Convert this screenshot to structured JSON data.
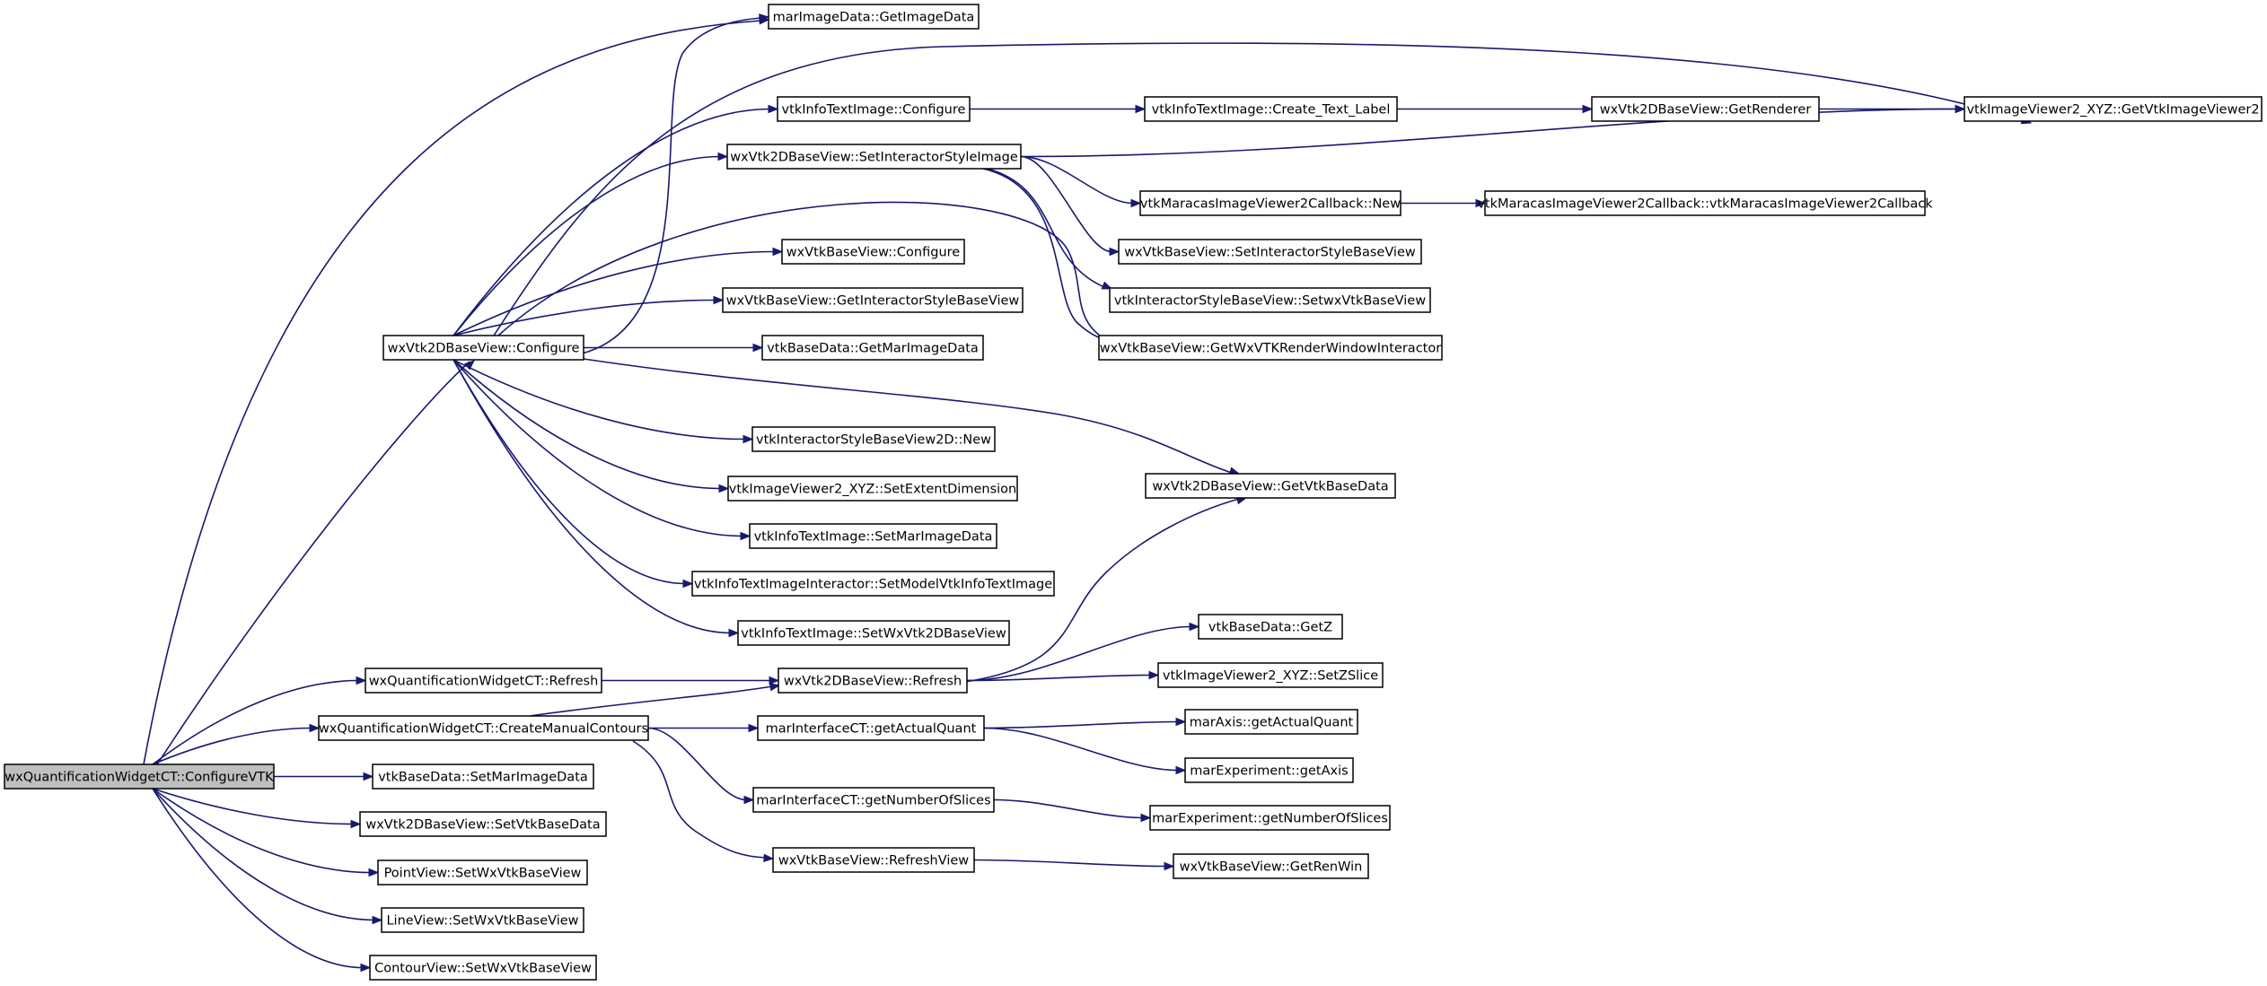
{
  "diagram": {
    "type": "call-graph",
    "colors": {
      "edge": "#191970",
      "node_border": "#000000",
      "root_fill": "#bfbfbf",
      "node_fill": "#ffffff"
    },
    "nodes": [
      {
        "id": "n0",
        "label": "wxQuantificationWidgetCT::ConfigureVTK",
        "root": true
      },
      {
        "id": "n1",
        "label": "wxVtk2DBaseView::Configure"
      },
      {
        "id": "n2",
        "label": "marImageData::GetImageData"
      },
      {
        "id": "n3",
        "label": "vtkImageViewer2_XYZ::GetVtkImageViewer2"
      },
      {
        "id": "n4",
        "label": "vtkInfoTextImage::Configure"
      },
      {
        "id": "n5",
        "label": "wxVtk2DBaseView::SetInteractorStyleImage"
      },
      {
        "id": "n6",
        "label": "wxVtkBaseView::Configure"
      },
      {
        "id": "n7",
        "label": "wxVtkBaseView::GetInteractorStyleBaseView"
      },
      {
        "id": "n8",
        "label": "vtkBaseData::GetMarImageData"
      },
      {
        "id": "n9",
        "label": "wxVtk2DBaseView::GetVtkBaseData"
      },
      {
        "id": "n10",
        "label": "vtkInteractorStyleBaseView2D::New"
      },
      {
        "id": "n11",
        "label": "vtkImageViewer2_XYZ::SetExtentDimension"
      },
      {
        "id": "n12",
        "label": "vtkInfoTextImage::SetMarImageData"
      },
      {
        "id": "n13",
        "label": "vtkInfoTextImageInteractor::SetModelVtkInfoTextImage"
      },
      {
        "id": "n14",
        "label": "vtkInfoTextImage::SetWxVtk2DBaseView"
      },
      {
        "id": "n15",
        "label": "vtkInfoTextImage::Create_Text_Label"
      },
      {
        "id": "n16",
        "label": "wxVtk2DBaseView::GetRenderer"
      },
      {
        "id": "n17",
        "label": "vtkMaracasImageViewer2Callback::New"
      },
      {
        "id": "n18",
        "label": "vtkMaracasImageViewer2Callback::vtkMaracasImageViewer2Callback"
      },
      {
        "id": "n19",
        "label": "wxVtkBaseView::SetInteractorStyleBaseView"
      },
      {
        "id": "n20",
        "label": "vtkInteractorStyleBaseView::SetwxVtkBaseView"
      },
      {
        "id": "n21",
        "label": "wxVtkBaseView::GetWxVTKRenderWindowInteractor"
      },
      {
        "id": "n22",
        "label": "wxQuantificationWidgetCT::Refresh"
      },
      {
        "id": "n23",
        "label": "wxVtk2DBaseView::Refresh"
      },
      {
        "id": "n24",
        "label": "vtkBaseData::GetZ"
      },
      {
        "id": "n25",
        "label": "vtkImageViewer2_XYZ::SetZSlice"
      },
      {
        "id": "n26",
        "label": "wxQuantificationWidgetCT::CreateManualContours"
      },
      {
        "id": "n27",
        "label": "marInterfaceCT::getActualQuant"
      },
      {
        "id": "n28",
        "label": "marAxis::getActualQuant"
      },
      {
        "id": "n29",
        "label": "marExperiment::getAxis"
      },
      {
        "id": "n30",
        "label": "marInterfaceCT::getNumberOfSlices"
      },
      {
        "id": "n31",
        "label": "marExperiment::getNumberOfSlices"
      },
      {
        "id": "n32",
        "label": "wxVtkBaseView::RefreshView"
      },
      {
        "id": "n33",
        "label": "wxVtkBaseView::GetRenWin"
      },
      {
        "id": "n34",
        "label": "vtkBaseData::SetMarImageData"
      },
      {
        "id": "n35",
        "label": "wxVtk2DBaseView::SetVtkBaseData"
      },
      {
        "id": "n36",
        "label": "PointView::SetWxVtkBaseView"
      },
      {
        "id": "n37",
        "label": "LineView::SetWxVtkBaseView"
      },
      {
        "id": "n38",
        "label": "ContourView::SetWxVtkBaseView"
      }
    ],
    "edges": [
      [
        "n0",
        "n2"
      ],
      [
        "n0",
        "n1"
      ],
      [
        "n0",
        "n22"
      ],
      [
        "n0",
        "n26"
      ],
      [
        "n0",
        "n34"
      ],
      [
        "n0",
        "n35"
      ],
      [
        "n0",
        "n36"
      ],
      [
        "n0",
        "n37"
      ],
      [
        "n0",
        "n38"
      ],
      [
        "n1",
        "n2"
      ],
      [
        "n1",
        "n3"
      ],
      [
        "n1",
        "n4"
      ],
      [
        "n1",
        "n5"
      ],
      [
        "n1",
        "n21"
      ],
      [
        "n1",
        "n6"
      ],
      [
        "n1",
        "n7"
      ],
      [
        "n1",
        "n8"
      ],
      [
        "n1",
        "n9"
      ],
      [
        "n1",
        "n10"
      ],
      [
        "n1",
        "n11"
      ],
      [
        "n1",
        "n12"
      ],
      [
        "n1",
        "n13"
      ],
      [
        "n1",
        "n14"
      ],
      [
        "n4",
        "n15"
      ],
      [
        "n15",
        "n16"
      ],
      [
        "n16",
        "n3"
      ],
      [
        "n5",
        "n3"
      ],
      [
        "n5",
        "n17"
      ],
      [
        "n5",
        "n19"
      ],
      [
        "n5",
        "n20"
      ],
      [
        "n5",
        "n21"
      ],
      [
        "n17",
        "n18"
      ],
      [
        "n22",
        "n23"
      ],
      [
        "n23",
        "n9"
      ],
      [
        "n23",
        "n24"
      ],
      [
        "n23",
        "n25"
      ],
      [
        "n26",
        "n23"
      ],
      [
        "n26",
        "n27"
      ],
      [
        "n26",
        "n30"
      ],
      [
        "n26",
        "n32"
      ],
      [
        "n27",
        "n28"
      ],
      [
        "n27",
        "n29"
      ],
      [
        "n30",
        "n31"
      ],
      [
        "n32",
        "n33"
      ]
    ]
  }
}
